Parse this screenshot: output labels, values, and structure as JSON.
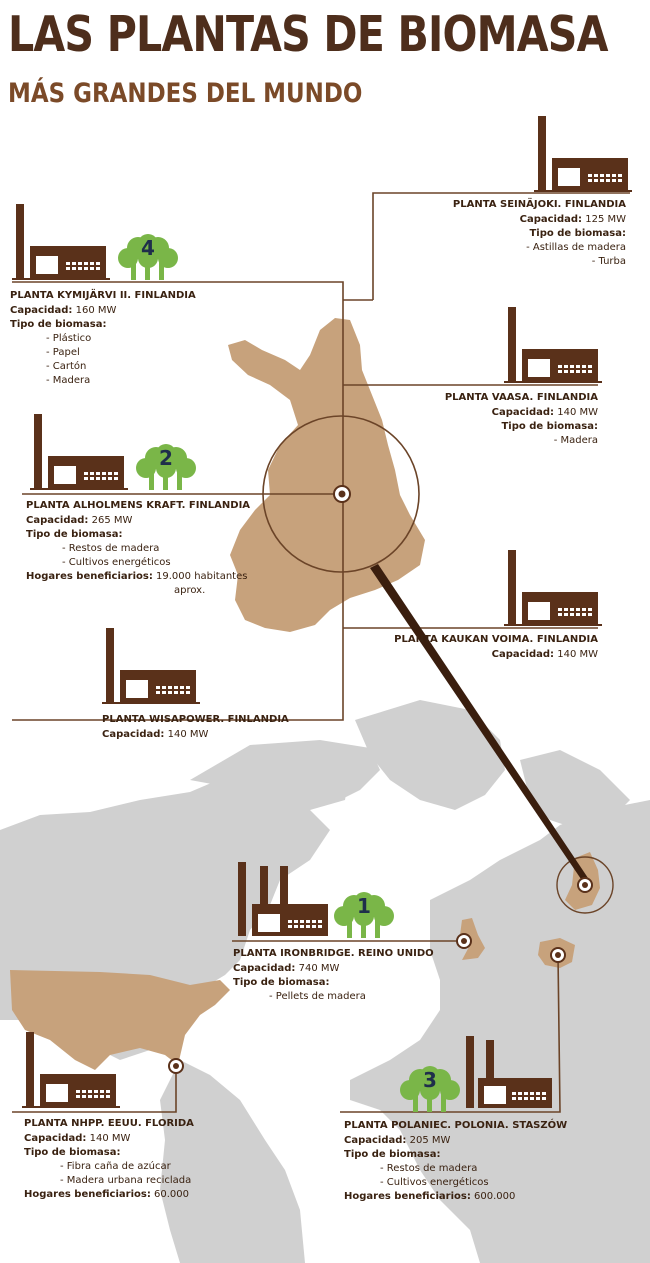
{
  "title": "LAS PLANTAS DE BIOMASA",
  "subtitle": "MÁS GRANDES DEL MUNDO",
  "labels": {
    "capacity": "Capacidad:",
    "biomass_type": "Tipo de biomasa:",
    "households": "Hogares beneficiarios:"
  },
  "plants": {
    "seinajoki": {
      "name": "PLANTA SEINÄJOKI. FINLANDIA",
      "capacity": "125 MW",
      "biomass": [
        "- Astillas de madera",
        "- Turba"
      ]
    },
    "kymijarvi": {
      "name": "PLANTA KYMIJÄRVI II. FINLANDIA",
      "rank": "4",
      "capacity": "160 MW",
      "biomass": [
        "- Plástico",
        "- Papel",
        "- Cartón",
        "- Madera"
      ]
    },
    "vaasa": {
      "name": "PLANTA VAASA. FINLANDIA",
      "capacity": "140 MW",
      "biomass": [
        "- Madera"
      ]
    },
    "alholmens": {
      "name": "PLANTA ALHOLMENS KRAFT. FINLANDIA",
      "rank": "2",
      "capacity": "265 MW",
      "biomass": [
        "- Restos de madera",
        "- Cultivos energéticos"
      ],
      "households": "19.000 habitantes",
      "households_2": "aprox."
    },
    "kaukan": {
      "name": "PLANTA KAUKAN VOIMA. FINLANDIA",
      "capacity": "140 MW"
    },
    "wisapower": {
      "name": "PLANTA WISAPOWER. FINLANDIA",
      "capacity": "140 MW"
    },
    "ironbridge": {
      "name": "PLANTA IRONBRIDGE. REINO UNIDO",
      "rank": "1",
      "capacity": "740 MW",
      "biomass": [
        "- Pellets de madera"
      ]
    },
    "polaniec": {
      "name": "PLANTA POLANIEC. POLONIA. STASZÓW",
      "rank": "3",
      "capacity": "205 MW",
      "biomass": [
        "- Restos de madera",
        "- Cultivos energéticos"
      ],
      "households": "600.000"
    },
    "nhpp": {
      "name": "PLANTA NHPP. EEUU. FLORIDA",
      "capacity": "140 MW",
      "biomass": [
        "- Fibra caña de azúcar",
        "- Madera urbana reciclada"
      ],
      "households": "60.000"
    }
  },
  "colors": {
    "brown_dark": "#5a311a",
    "brown_line": "#6b4428",
    "finland_tan": "#c7a27c",
    "map_gray": "#cfcfcf",
    "tree_green": "#7ab648",
    "rank_navy": "#1f2e4b"
  },
  "icons": [
    "factory-icon",
    "tree-rank-badge",
    "location-marker-icon"
  ]
}
